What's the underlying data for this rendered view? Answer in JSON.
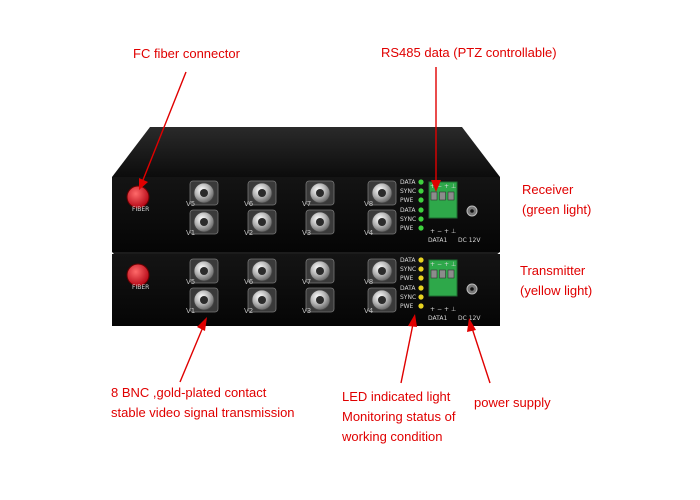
{
  "labels": {
    "fc_fiber": "FC fiber connector",
    "rs485": "RS485 data (PTZ controllable)",
    "receiver_line1": "Receiver",
    "receiver_line2": "(green light)",
    "transmitter_line1": "Transmitter",
    "transmitter_line2": "(yellow light)",
    "bnc_line1": "8 BNC ,gold-plated contact",
    "bnc_line2": "stable video signal transmission",
    "led_line1": "LED indicated light",
    "led_line2": "Monitoring status of",
    "led_line3": "working condition",
    "power": "power supply"
  },
  "device_text": {
    "fiber": "FIBER",
    "channels_top": [
      "V5",
      "V6",
      "V7",
      "V8"
    ],
    "channels_bottom": [
      "V1",
      "V2",
      "V3",
      "V4"
    ],
    "led_labels": [
      "DATA",
      "SYNC",
      "PWE"
    ],
    "data_port": "DATA1",
    "dc": "DC 12V",
    "terminal_signs": [
      "+",
      "−",
      "+",
      "⊥"
    ]
  },
  "colors": {
    "annotation_red": "#e00000",
    "receiver_led": "#3fd13f",
    "transmitter_led": "#e8d320",
    "fiber_cap": "#e0001a",
    "terminal_green": "#2ea84a"
  }
}
